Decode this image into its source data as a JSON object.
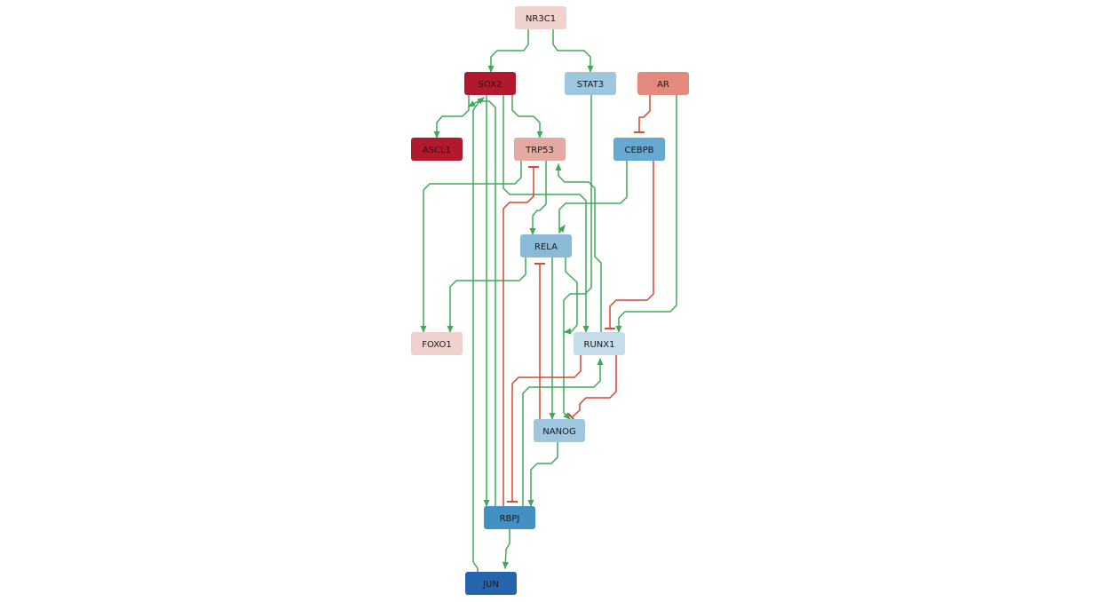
{
  "colors": {
    "activation": "#41a85a",
    "inhibition": "#d9432d",
    "dark_text": "#1a1a1a",
    "light_text": "#ffffff"
  },
  "nodes": [
    {
      "id": "NR3C1",
      "label": "NR3C1",
      "fill": "#efd1cd"
    },
    {
      "id": "SOX2",
      "label": "SOX2",
      "fill": "#b0192e"
    },
    {
      "id": "STAT3",
      "label": "STAT3",
      "fill": "#9ec6df"
    },
    {
      "id": "AR",
      "label": "AR",
      "fill": "#e38a7c"
    },
    {
      "id": "ASCL1",
      "label": "ASCL1",
      "fill": "#b0192e"
    },
    {
      "id": "TRP53",
      "label": "TRP53",
      "fill": "#e2aaa2"
    },
    {
      "id": "CEBPB",
      "label": "CEBPB",
      "fill": "#67a8d0"
    },
    {
      "id": "RELA",
      "label": "RELA",
      "fill": "#8bbad9"
    },
    {
      "id": "FOXO1",
      "label": "FOXO1",
      "fill": "#efd1cd"
    },
    {
      "id": "RUNX1",
      "label": "RUNX1",
      "fill": "#c5dcea"
    },
    {
      "id": "NANOG",
      "label": "NANOG",
      "fill": "#9ec6df"
    },
    {
      "id": "RBPJ",
      "label": "RBPJ",
      "fill": "#4390c5"
    },
    {
      "id": "JUN",
      "label": "JUN",
      "fill": "#2565ad"
    }
  ],
  "edges": [
    {
      "from": "NR3C1",
      "to": "SOX2",
      "type": "activation"
    },
    {
      "from": "NR3C1",
      "to": "STAT3",
      "type": "activation"
    },
    {
      "from": "SOX2",
      "to": "ASCL1",
      "type": "activation"
    },
    {
      "from": "SOX2",
      "to": "TRP53",
      "type": "activation"
    },
    {
      "from": "SOX2",
      "to": "RBPJ",
      "type": "activation"
    },
    {
      "from": "SOX2",
      "to": "RUNX1",
      "type": "activation"
    },
    {
      "from": "AR",
      "to": "CEBPB",
      "type": "inhibition"
    },
    {
      "from": "AR",
      "to": "RUNX1",
      "type": "activation"
    },
    {
      "from": "STAT3",
      "to": "NANOG",
      "type": "activation"
    },
    {
      "from": "TRP53",
      "to": "FOXO1",
      "type": "activation"
    },
    {
      "from": "TRP53",
      "to": "RELA",
      "type": "activation"
    },
    {
      "from": "CEBPB",
      "to": "RELA",
      "type": "activation"
    },
    {
      "from": "CEBPB",
      "to": "RUNX1",
      "type": "inhibition"
    },
    {
      "from": "RELA",
      "to": "FOXO1",
      "type": "activation"
    },
    {
      "from": "RELA",
      "to": "NANOG",
      "type": "activation"
    },
    {
      "from": "RELA",
      "to": "RUNX1",
      "type": "activation"
    },
    {
      "from": "RUNX1",
      "to": "TRP53",
      "type": "activation"
    },
    {
      "from": "RUNX1",
      "to": "RBPJ",
      "type": "inhibition"
    },
    {
      "from": "RUNX1",
      "to": "NANOG",
      "type": "inhibition"
    },
    {
      "from": "NANOG",
      "to": "RELA",
      "type": "inhibition"
    },
    {
      "from": "NANOG",
      "to": "RBPJ",
      "type": "activation"
    },
    {
      "from": "RBPJ",
      "to": "TRP53",
      "type": "inhibition"
    },
    {
      "from": "RBPJ",
      "to": "SOX2",
      "type": "activation"
    },
    {
      "from": "RBPJ",
      "to": "RUNX1",
      "type": "activation"
    },
    {
      "from": "RBPJ",
      "to": "JUN",
      "type": "activation"
    },
    {
      "from": "JUN",
      "to": "SOX2",
      "type": "activation"
    }
  ]
}
